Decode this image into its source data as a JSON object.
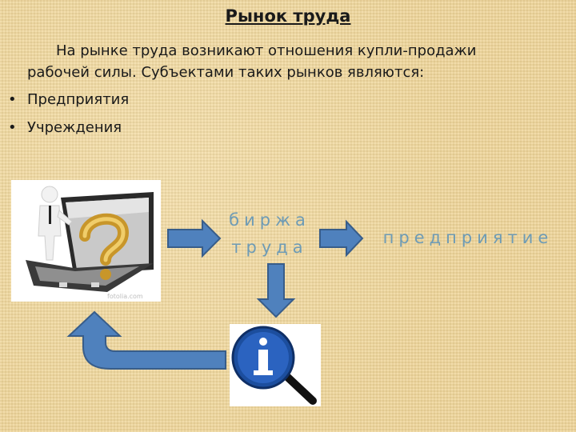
{
  "slide": {
    "title": "Рынок труда",
    "intro": "На рынке труда возникают отношения купли-продажи рабочей силы. Субъектами таких рынков являются:",
    "bullets": [
      "Предприятия",
      "Учреждения"
    ]
  },
  "diagram": {
    "exchange_line1": "биржа",
    "exchange_line2": "труда",
    "enterprise": "предприятие",
    "watermark": "fotolia.com"
  },
  "colors": {
    "arrow_fill": "#4f81bd",
    "arrow_stroke": "#385d8a",
    "label": "#6e9bb5"
  }
}
